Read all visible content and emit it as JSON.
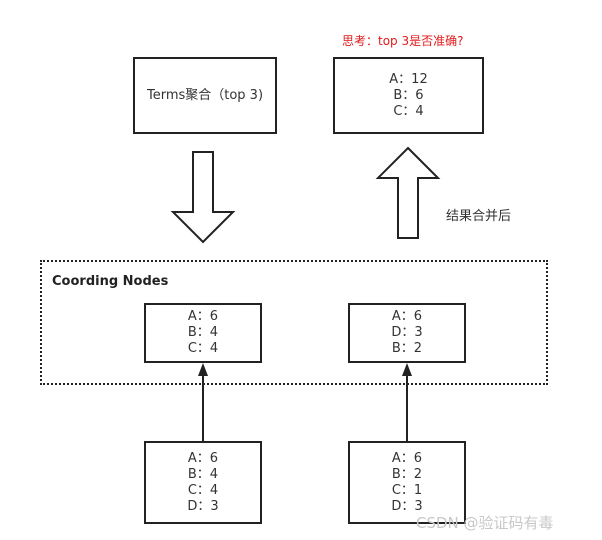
{
  "note": "思考：top 3是否准确?",
  "terms_box": {
    "label": "Terms聚合（top 3)"
  },
  "result_box": {
    "rows": [
      "A：12",
      "B：6",
      "C：4"
    ]
  },
  "merge_label": "结果合并后",
  "coord_group": {
    "title": "Coording Nodes"
  },
  "coord_left": {
    "rows": [
      "A：6",
      "B：4",
      "C：4"
    ]
  },
  "coord_right": {
    "rows": [
      "A：6",
      "D：3",
      "B：2"
    ]
  },
  "shard_left": {
    "rows": [
      "A：6",
      "B：4",
      "C：4",
      "D：3"
    ]
  },
  "shard_right": {
    "rows": [
      "A：6",
      "B：2",
      "C：1",
      "D：3"
    ]
  },
  "watermark": "CSDN @验证码有毒"
}
